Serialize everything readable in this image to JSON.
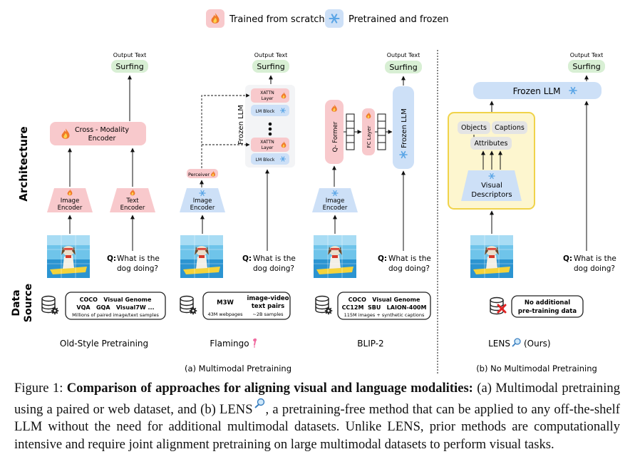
{
  "legend": {
    "trained": "Trained from scratch",
    "frozen": "Pretrained and frozen"
  },
  "row_labels": {
    "architecture": "Architecture",
    "data": "Data",
    "source": "Source"
  },
  "common": {
    "output_text": "Output Text",
    "answer": "Surfing",
    "question_q": "Q:",
    "question_line1": "What is the",
    "question_line2": "dog doing?"
  },
  "oldstyle": {
    "cross_modality_line1": "Cross - Modality",
    "cross_modality_line2": "Encoder",
    "image_encoder_line1": "Image",
    "image_encoder_line2": "Encoder",
    "text_encoder_line1": "Text",
    "text_encoder_line2": "Encoder",
    "datasets_line1": "COCO   Visual Genome",
    "datasets_line2": "VQA   GQA   Visual7W ...",
    "datasets_line3": "Millions of paired image/text samples",
    "name": "Old-Style Pretraining"
  },
  "flamingo": {
    "frozen_llm": "Frozen LLM",
    "xattn_line1": "XATTN",
    "xattn_line2": "Layer",
    "lm_block": "LM Block",
    "perceiver": "Perceiver",
    "image_encoder_line1": "Image",
    "image_encoder_line2": "Encoder",
    "ds1_name": "M3W",
    "ds1_size": "43M webpages",
    "ds2_name_line1": "image-video",
    "ds2_name_line2": "text pairs",
    "ds2_size": "~2B samples",
    "name": "Flamingo"
  },
  "blip2": {
    "qformer": "Q- Former",
    "fc_layer": "FC Layer",
    "frozen_llm": "Frozen LLM",
    "image_encoder_line1": "Image",
    "image_encoder_line2": "Encoder",
    "datasets_line1": "COCO   Visual Genome",
    "datasets_line2": "CC12M  SBU   LAION-400M",
    "datasets_line3": "115M images + synthetic captions",
    "name": "BLIP-2"
  },
  "lens": {
    "frozen_llm": "Frozen LLM",
    "objects": "Objects",
    "captions": "Captions",
    "attributes": "Attributes",
    "visual_descriptors_line1": "Visual",
    "visual_descriptors_line2": "Descriptors",
    "no_data_line1": "No additional",
    "no_data_line2": "pre-training data",
    "name": "LENS",
    "ours": "(Ours)"
  },
  "subcaptions": {
    "a": "(a) Multimodal Pretraining",
    "b": "(b) No Multimodal Pretraining"
  },
  "caption": {
    "prefix": "Figure 1: ",
    "bold": "Comparison of approaches for aligning visual and language modalities:",
    "part1": " (a) Multimodal pretraining using a paired or web dataset, and (b) LENS",
    "part2": ", a pretraining-free method that can be applied to any off-the-shelf LLM without the need for additional multimodal datasets. Unlike LENS, prior methods are computationally intensive and require joint alignment pretraining on large multimodal datasets to perform visual tasks."
  },
  "colors": {
    "trained_fill": "#f8c9cc",
    "frozen_fill": "#cde0f7",
    "surfing_fill": "#d8efd4",
    "lens_box_fill": "#fdf6cf",
    "lens_box_stroke": "#f0d34a",
    "flame": "#f07a2a",
    "snowflake": "#5aa5e6"
  }
}
